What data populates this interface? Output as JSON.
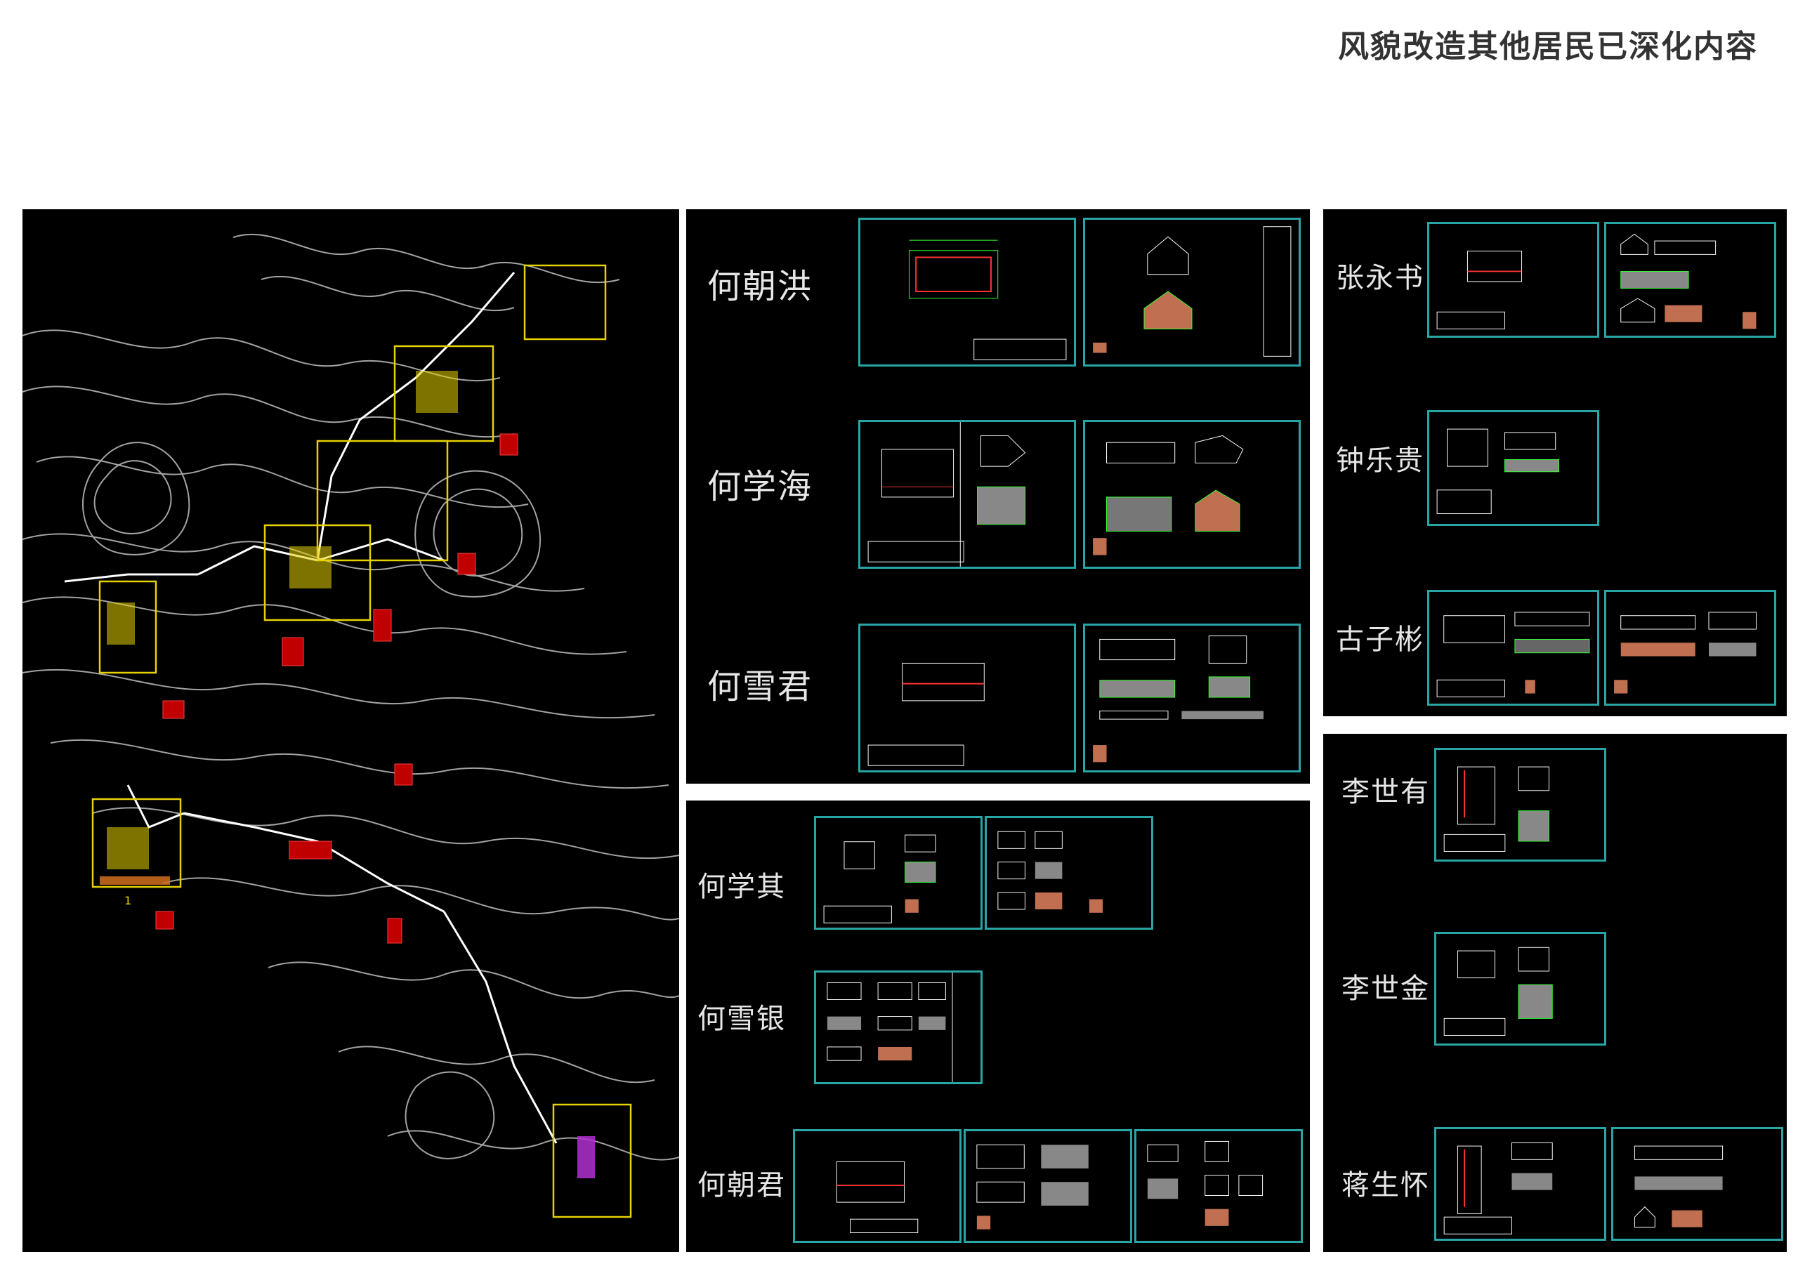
{
  "page": {
    "title": "风貌改造其他居民已深化内容"
  },
  "site_map": {
    "marker_label": "1"
  },
  "panels": {
    "panel_a": {
      "residents": [
        {
          "name": "何朝洪"
        },
        {
          "name": "何学海"
        },
        {
          "name": "何雪君"
        }
      ]
    },
    "panel_b": {
      "residents": [
        {
          "name": "张永书"
        },
        {
          "name": "钟乐贵"
        },
        {
          "name": "古子彬"
        }
      ]
    },
    "panel_c": {
      "residents": [
        {
          "name": "何学其"
        },
        {
          "name": "何雪银"
        },
        {
          "name": "何朝君"
        }
      ]
    },
    "panel_d": {
      "residents": [
        {
          "name": "李世有"
        },
        {
          "name": "李世金"
        },
        {
          "name": "蒋生怀"
        }
      ]
    }
  },
  "colors": {
    "sheet_border": "#2aa5a5",
    "cad_green": "#33ff33",
    "cad_red": "#ff3333",
    "highlight_box": "#e6d200",
    "background": "#000000"
  }
}
